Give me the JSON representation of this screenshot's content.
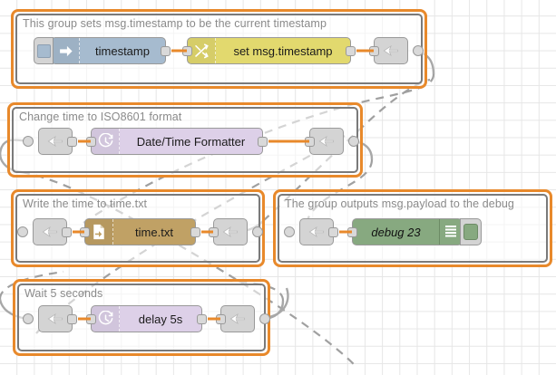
{
  "app": {
    "name": "node-red-flow-editor",
    "canvas": {
      "grid": true,
      "grid_size": 19
    }
  },
  "colors": {
    "group_border": "#e8892b",
    "group_inner_border": "#7a7a7a",
    "wire": "#e8892b",
    "link_wire": "#a0a0a0",
    "inject_node": "#a6bbcf",
    "change_node": "#e2d96e",
    "function_node": "#ddd0e8",
    "file_node": "#c0a165",
    "debug_node": "#87a980",
    "link_node": "#d4d4d4",
    "grid_line": "#e6e6e6",
    "group_label_text": "#8a8a8a"
  },
  "groups": [
    {
      "id": "group-timestamp",
      "label": "This group sets msg.timestamp to be the current timestamp",
      "nodes": [
        {
          "id": "inject-timestamp",
          "type": "inject",
          "label": "timestamp",
          "icon": "arrow-right-icon",
          "has_button": true
        },
        {
          "id": "change-set-timestamp",
          "type": "change",
          "label": "set msg.timestamp",
          "icon": "shuffle-icon"
        },
        {
          "id": "link-out-1",
          "type": "link-out",
          "label": "",
          "icon": "link-out-icon"
        }
      ]
    },
    {
      "id": "group-iso8601",
      "label": "Change time to ISO8601 format",
      "nodes": [
        {
          "id": "link-in-2",
          "type": "link-in",
          "label": "",
          "icon": "link-in-icon"
        },
        {
          "id": "func-datetime",
          "type": "function",
          "label": "Date/Time Formatter",
          "icon": "clock-icon"
        },
        {
          "id": "link-out-2",
          "type": "link-out",
          "label": "",
          "icon": "link-out-icon"
        }
      ]
    },
    {
      "id": "group-write-file",
      "label": "Write the time to time.txt",
      "nodes": [
        {
          "id": "link-in-3",
          "type": "link-in",
          "label": "",
          "icon": "link-in-icon"
        },
        {
          "id": "file-timetxt",
          "type": "file",
          "label": "time.txt",
          "icon": "file-write-icon"
        },
        {
          "id": "link-out-3",
          "type": "link-out",
          "label": "",
          "icon": "link-out-icon"
        }
      ]
    },
    {
      "id": "group-debug",
      "label": "The group outputs msg.payload to the debug",
      "nodes": [
        {
          "id": "link-in-4",
          "type": "link-in",
          "label": "",
          "icon": "link-in-icon"
        },
        {
          "id": "debug-23",
          "type": "debug",
          "label": "debug 23",
          "icon": "debug-lines-icon",
          "has_button": true
        }
      ]
    },
    {
      "id": "group-delay",
      "label": "Wait 5 seconds",
      "nodes": [
        {
          "id": "link-in-5",
          "type": "link-in",
          "label": "",
          "icon": "link-in-icon"
        },
        {
          "id": "delay-5s",
          "type": "delay",
          "label": "delay 5s",
          "icon": "timer-icon"
        },
        {
          "id": "link-out-5",
          "type": "link-out",
          "label": "",
          "icon": "link-out-icon"
        }
      ]
    }
  ]
}
